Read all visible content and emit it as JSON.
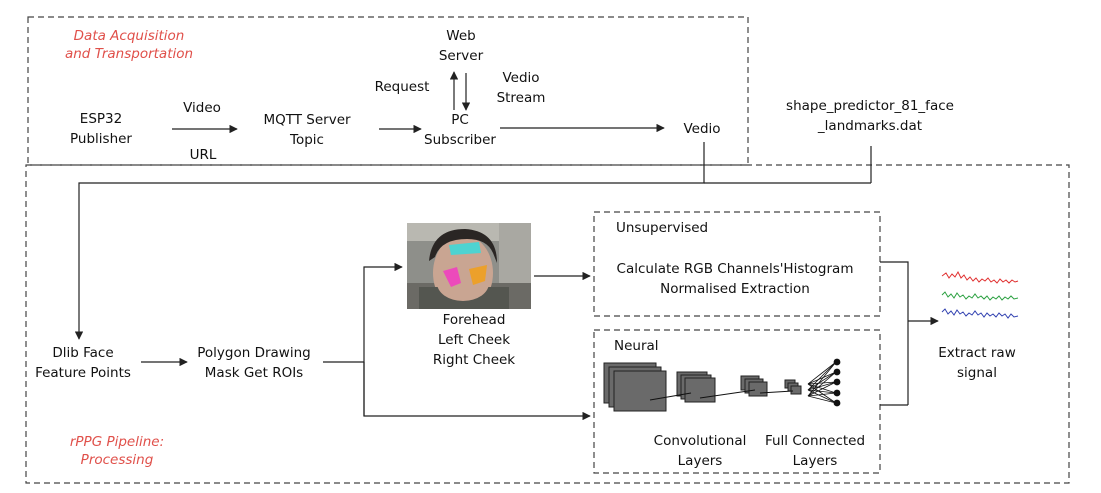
{
  "sections": {
    "acquisition_title": [
      "Data Acquisition",
      "and Transportation"
    ],
    "pipeline_title": [
      "rPPG Pipeline:",
      "Processing"
    ]
  },
  "nodes": {
    "esp32": [
      "ESP32",
      "Publisher"
    ],
    "mqtt": [
      "MQTT Server",
      "Topic"
    ],
    "pc": [
      "PC",
      "Subscriber"
    ],
    "web_server": [
      "Web",
      "Server"
    ],
    "vedio": "Vedio",
    "shape_predictor": [
      "shape_predictor_81_face",
      "_landmarks.dat"
    ],
    "dlib": [
      "Dlib Face",
      "Feature Points"
    ],
    "polygon": [
      "Polygon Drawing",
      "Mask Get ROIs"
    ],
    "rois": [
      "Forehead",
      "Left Cheek",
      "Right Cheek"
    ],
    "extract": [
      "Extract raw",
      "signal"
    ]
  },
  "edge_labels": {
    "video": "Video",
    "url": "URL",
    "request": "Request",
    "vedio_stream": [
      "Vedio",
      "Stream"
    ]
  },
  "unsupervised": {
    "title": "Unsupervised",
    "body": [
      "Calculate RGB Channels'Histogram",
      "Normalised Extraction"
    ]
  },
  "neural": {
    "title": "Neural",
    "conv_label": [
      "Convolutional",
      "Layers"
    ],
    "fc_label": [
      "Full Connected",
      "Layers"
    ]
  },
  "colors": {
    "section_title": "#e0504a",
    "line": "#222222",
    "dash": "#444444",
    "signal_red": "#e03030",
    "signal_green": "#2aa040",
    "signal_blue": "#3040b0",
    "roi_cyan": "#40d8d8",
    "roi_pink": "#f040c0",
    "roi_orange": "#f0a020"
  },
  "icons": [
    "face-photo-image",
    "signal-waveform-icon",
    "cnn-diagram-icon"
  ]
}
